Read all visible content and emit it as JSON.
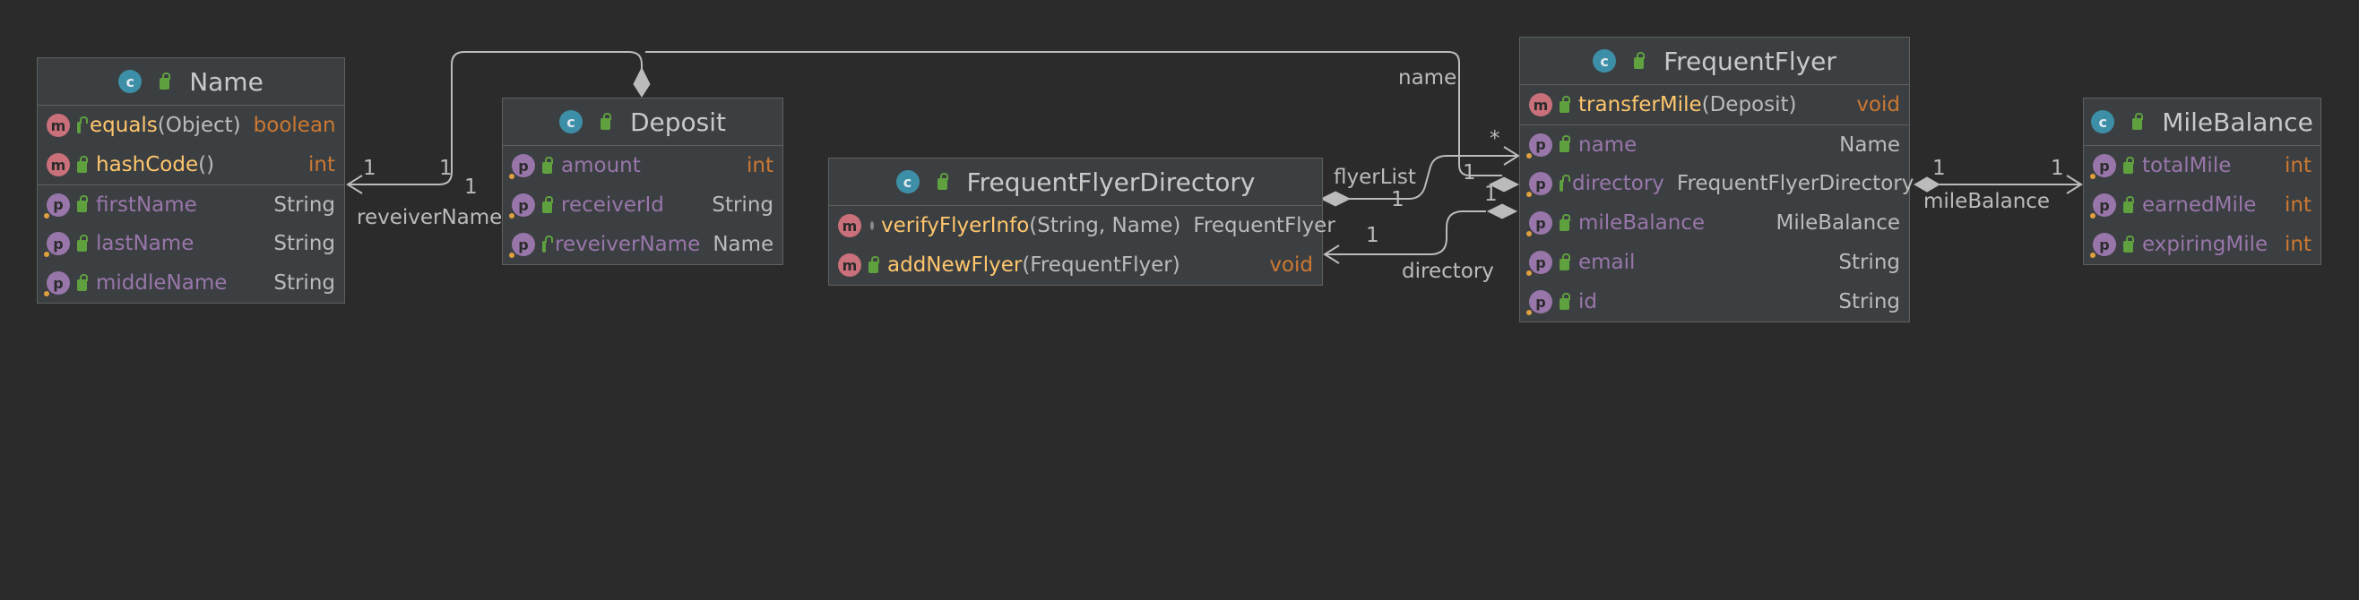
{
  "classes": {
    "name": {
      "title": "Name",
      "rows": [
        {
          "kind": "m",
          "name": "equals",
          "params": "(Object)",
          "type": "boolean",
          "type_style": "kw"
        },
        {
          "kind": "m",
          "name": "hashCode",
          "params": "()",
          "type": "int",
          "type_style": "kw"
        },
        {
          "kind": "p",
          "name": "firstName",
          "type": "String",
          "type_style": "ty",
          "sep": true
        },
        {
          "kind": "p",
          "name": "lastName",
          "type": "String",
          "type_style": "ty"
        },
        {
          "kind": "p",
          "name": "middleName",
          "type": "String",
          "type_style": "ty"
        }
      ]
    },
    "deposit": {
      "title": "Deposit",
      "rows": [
        {
          "kind": "p",
          "name": "amount",
          "type": "int",
          "type_style": "kw"
        },
        {
          "kind": "p",
          "name": "receiverId",
          "type": "String",
          "type_style": "ty"
        },
        {
          "kind": "p",
          "name": "reveiverName",
          "type": "Name",
          "type_style": "ty"
        }
      ]
    },
    "directory": {
      "title": "FrequentFlyerDirectory",
      "rows": [
        {
          "kind": "m",
          "name": "verifyFlyerInfo",
          "params": "(String, Name)",
          "type": "FrequentFlyer",
          "type_style": "ty",
          "key": true
        },
        {
          "kind": "m",
          "name": "addNewFlyer",
          "params": "(FrequentFlyer)",
          "type": "void",
          "type_style": "kw"
        }
      ]
    },
    "flyer": {
      "title": "FrequentFlyer",
      "rows": [
        {
          "kind": "m",
          "name": "transferMile",
          "params": "(Deposit)",
          "type": "void",
          "type_style": "kw"
        },
        {
          "kind": "p",
          "name": "name",
          "type": "Name",
          "type_style": "ty",
          "sep": true
        },
        {
          "kind": "p",
          "name": "directory",
          "type": "FrequentFlyerDirectory",
          "type_style": "ty"
        },
        {
          "kind": "p",
          "name": "mileBalance",
          "type": "MileBalance",
          "type_style": "ty"
        },
        {
          "kind": "p",
          "name": "email",
          "type": "String",
          "type_style": "ty"
        },
        {
          "kind": "p",
          "name": "id",
          "type": "String",
          "type_style": "ty"
        }
      ]
    },
    "milebalance": {
      "title": "MileBalance",
      "rows": [
        {
          "kind": "p",
          "name": "totalMile",
          "type": "int",
          "type_style": "kw"
        },
        {
          "kind": "p",
          "name": "earnedMile",
          "type": "int",
          "type_style": "kw"
        },
        {
          "kind": "p",
          "name": "expiringMile",
          "type": "int",
          "type_style": "kw"
        }
      ]
    }
  },
  "relations": {
    "reveiverName": {
      "label": "reveiverName",
      "mult_target": "1",
      "mult_source": "1",
      "mult_source2": "1"
    },
    "name": {
      "label": "name",
      "mult_source": "1"
    },
    "flyerList": {
      "label": "flyerList",
      "mult_source": "1",
      "mult_target": "*"
    },
    "directory": {
      "label": "directory",
      "mult_target": "1",
      "mult_source": "1"
    },
    "mileBalance": {
      "label": "mileBalance",
      "mult_source": "1",
      "mult_target": "1"
    }
  },
  "colors": {
    "background": "#2b2b2b",
    "panel": "#3c3f41",
    "method_name": "#ffc66d",
    "property_name": "#9876aa",
    "keyword_type": "#cc7832",
    "connector": "#bbbbbb"
  }
}
